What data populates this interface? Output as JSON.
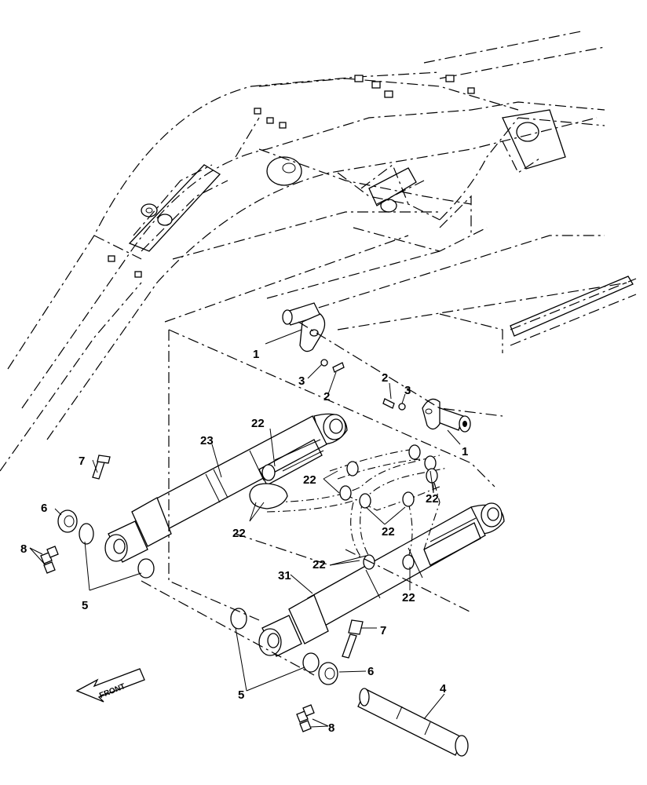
{
  "callouts": {
    "c1a": "1",
    "c1b": "1",
    "c2a": "2",
    "c2b": "2",
    "c3a": "3",
    "c3b": "3",
    "c4": "4",
    "c5a": "5",
    "c5b": "5",
    "c6a": "6",
    "c6b": "6",
    "c7a": "7",
    "c7b": "7",
    "c8a": "8",
    "c8b": "8",
    "c22a": "22",
    "c22b": "22",
    "c22c": "22",
    "c22d": "22",
    "c22e": "22",
    "c22f": "22",
    "c22g": "22",
    "c23": "23",
    "c31": "31"
  },
  "front_label": "FRONT"
}
